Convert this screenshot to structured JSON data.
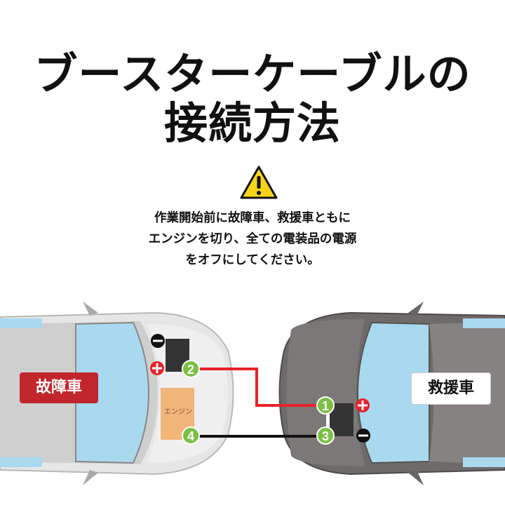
{
  "title": {
    "line1": "ブースターケーブルの",
    "line2": "接続方法"
  },
  "warning_icon": "warning-triangle-icon",
  "notice": {
    "line1": "作業開始前に故障車、救援車ともに",
    "line2": "エンジンを切り、全ての電装品の電源",
    "line3": "をオフにしてください。"
  },
  "diagram": {
    "broken_car_label": "故障車",
    "rescue_car_label": "救援車",
    "engine_label": "エンジン",
    "steps": [
      "1",
      "2",
      "3",
      "4"
    ],
    "plus_symbol": "+",
    "minus_symbol": "−",
    "colors": {
      "red_cable": "#e8222a",
      "black_cable": "#111111",
      "step_badge": "#7ac043",
      "plus": "#e8222a",
      "minus": "#111111"
    }
  }
}
